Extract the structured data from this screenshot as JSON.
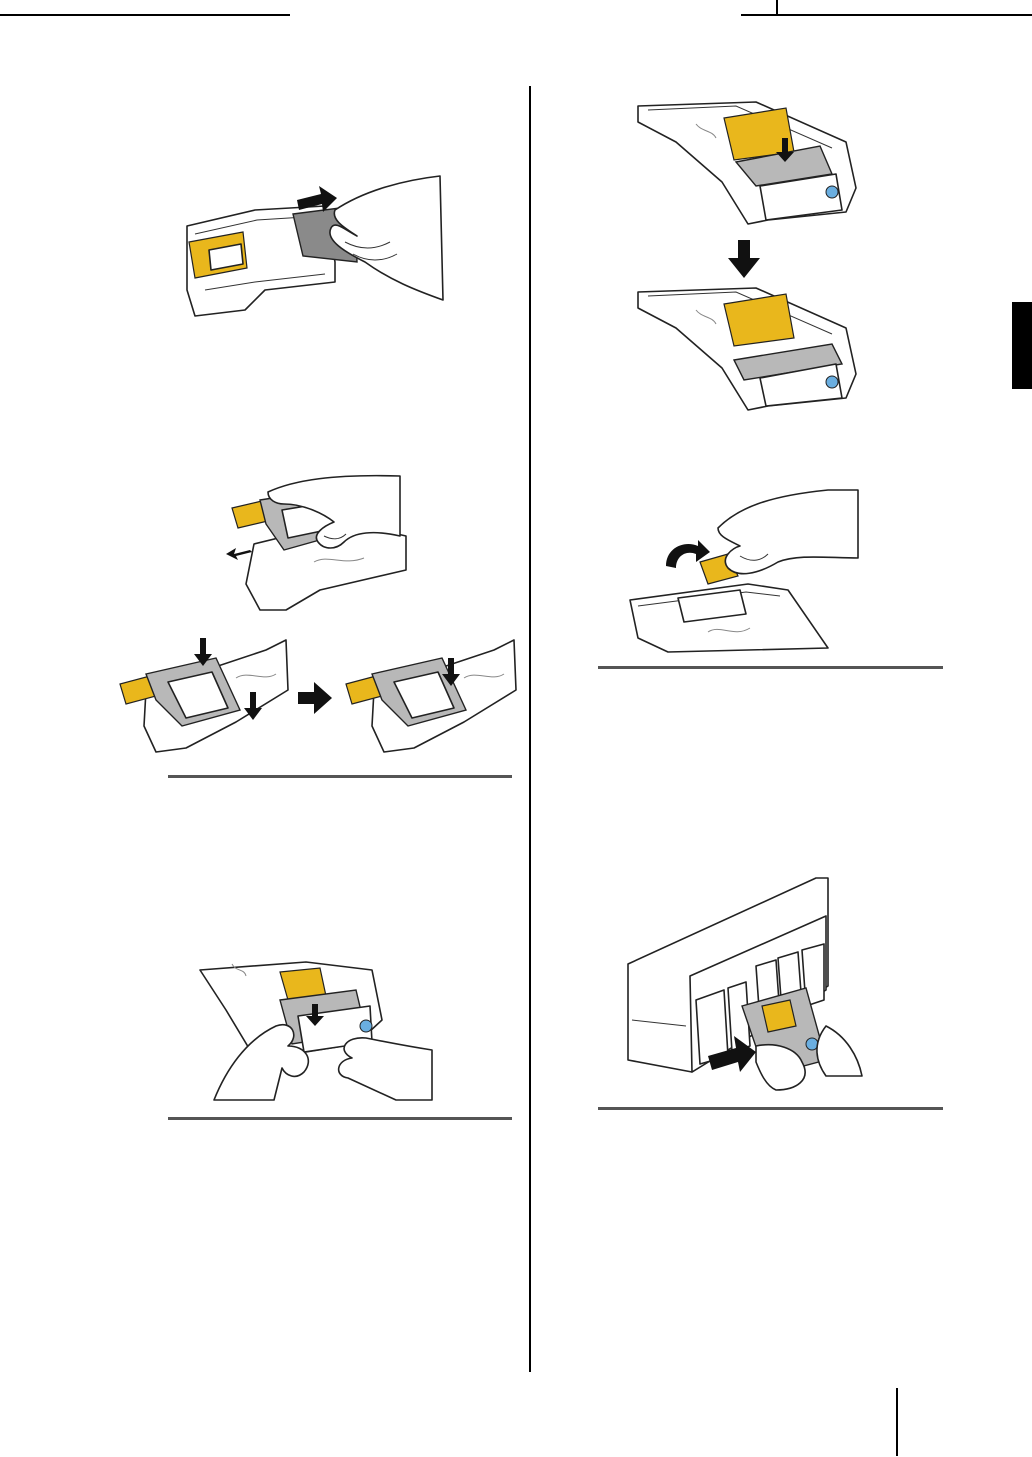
{
  "page": {
    "colors": {
      "rule": "#555555",
      "tab": "#000000",
      "label_yellow": "#e9b71c",
      "label_blue": "#6aaee0"
    }
  },
  "figures": [
    {
      "name": "fig-remove-protective-sheet",
      "icons": [
        "right-arrow-icon",
        "hand-icon"
      ]
    },
    {
      "name": "fig-attach-cover",
      "icons": [
        "hand-icon",
        "small-arrow-icon"
      ]
    },
    {
      "name": "fig-press-cover-sequence",
      "icons": [
        "down-arrow-icon",
        "right-arrow-icon"
      ]
    },
    {
      "name": "fig-close-ribbon-lid",
      "icons": [
        "down-arrow-icon",
        "hand-icon"
      ]
    },
    {
      "name": "fig-set-cover-sequence",
      "icons": [
        "down-arrow-icon"
      ]
    },
    {
      "name": "fig-peel-label",
      "icons": [
        "curved-arrow-icon",
        "hand-icon"
      ]
    },
    {
      "name": "fig-insert-cartridge",
      "icons": [
        "right-arrow-icon",
        "hand-icon"
      ]
    }
  ]
}
